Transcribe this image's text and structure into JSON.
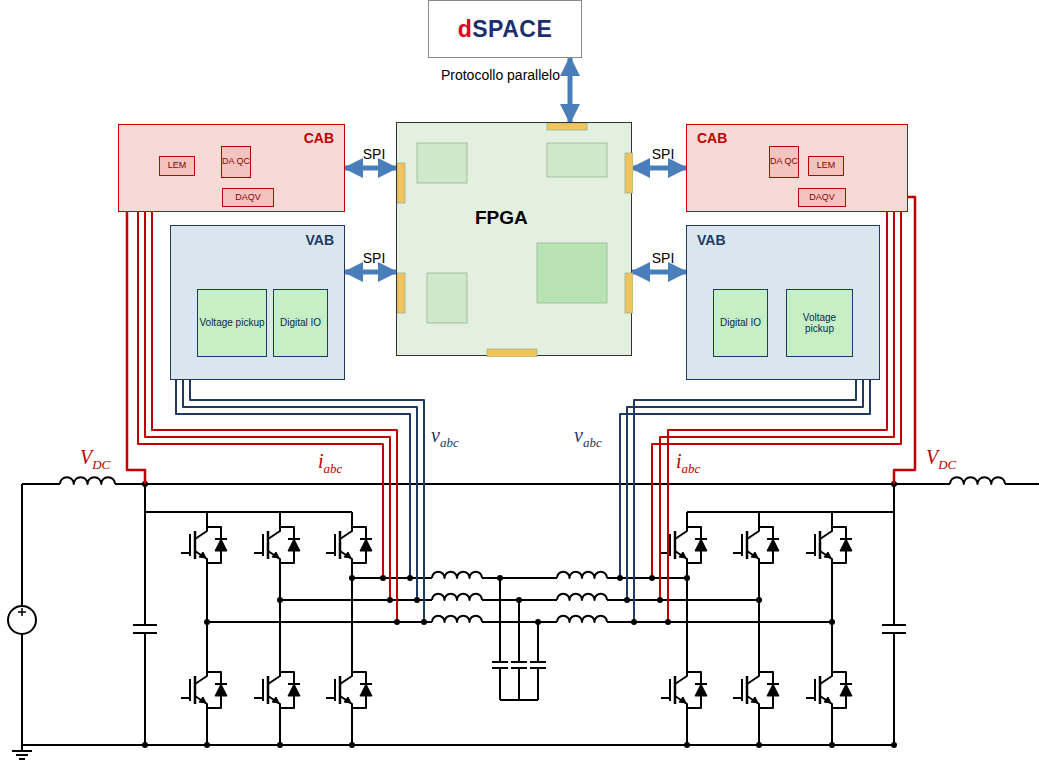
{
  "diagram": {
    "nodes": [
      {
        "text": [
          "dSPACE"
        ]
      },
      {
        "text": [
          "CAB"
        ]
      },
      {
        "text": [
          "LEM"
        ],
        "in": 1
      },
      {
        "text": [
          "DA QC"
        ],
        "in": 1
      },
      {
        "text": [
          "DAQV"
        ],
        "in": 1
      },
      {
        "text": [
          "VAB"
        ]
      },
      {
        "text": [
          "Voltage pickup"
        ],
        "in": 5
      },
      {
        "text": [
          "Digital IO"
        ],
        "in": 5
      },
      {
        "text": [
          "FPGA"
        ]
      },
      {
        "text": [
          "CAB"
        ]
      },
      {
        "text": [
          "DA QC"
        ],
        "in": 9
      },
      {
        "text": [
          "LEM"
        ],
        "in": 9
      },
      {
        "text": [
          "DAQV"
        ],
        "in": 9
      },
      {
        "text": [
          "VAB"
        ]
      },
      {
        "text": [
          "Digital IO"
        ],
        "in": 13
      },
      {
        "text": [
          "Voltage pickup"
        ],
        "in": 13
      }
    ],
    "edges": [
      {
        "from": 0,
        "to": 8,
        "label": "Protocollo parallelo",
        "arrow": "both"
      },
      {
        "from": 1,
        "to": 8,
        "label": "SPI",
        "arrow": "both"
      },
      {
        "from": 5,
        "to": 8,
        "label": "SPI",
        "arrow": "both"
      },
      {
        "from": 8,
        "to": 9,
        "label": "SPI",
        "arrow": "both"
      },
      {
        "from": 8,
        "to": 13,
        "label": "SPI",
        "arrow": "both"
      },
      {
        "from": 2,
        "to": 3,
        "arrow": "none"
      },
      {
        "from": 10,
        "to": 11,
        "arrow": "none"
      }
    ],
    "labels": [
      "VDC",
      "iabc",
      "vabc",
      "vabc",
      "iabc",
      "VDC"
    ]
  }
}
